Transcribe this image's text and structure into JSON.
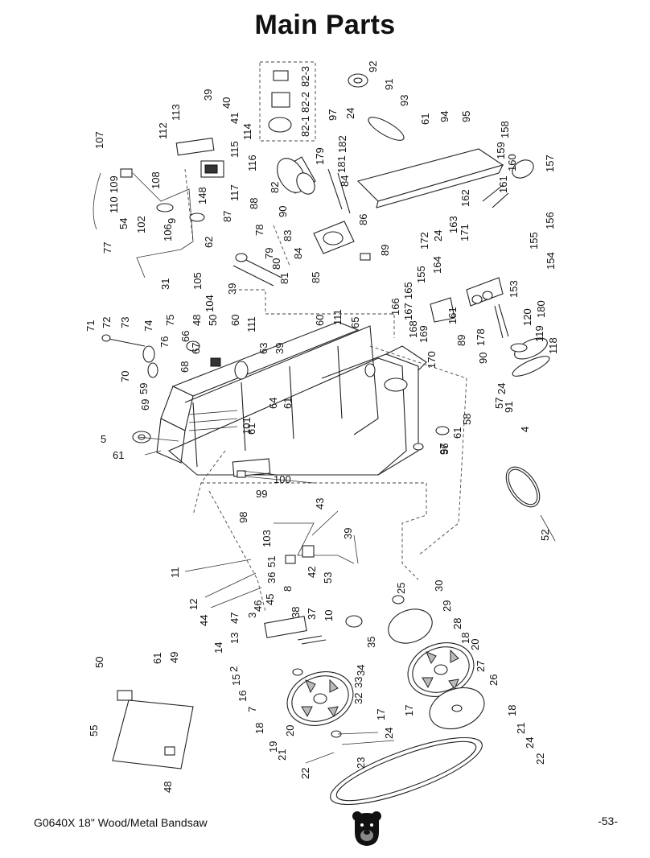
{
  "title": "Main Parts",
  "footer": {
    "model": "G0640X 18\" Wood/Metal Bandsaw",
    "page": "-53-"
  },
  "logo": {
    "icon": "bear-head-icon"
  },
  "labels": [
    "107",
    "112",
    "113",
    "39",
    "40",
    "41",
    "114",
    "115",
    "116",
    "117",
    "88",
    "108",
    "109",
    "110",
    "54",
    "102",
    "9",
    "106",
    "148",
    "87",
    "62",
    "77",
    "31",
    "105",
    "104",
    "39",
    "78",
    "79",
    "80",
    "81",
    "82",
    "82-1",
    "82-2",
    "82-3",
    "179",
    "84",
    "90",
    "83",
    "84",
    "85",
    "86",
    "89",
    "92",
    "91",
    "93",
    "97",
    "24",
    "182",
    "181",
    "61",
    "94",
    "95",
    "158",
    "159",
    "160",
    "157",
    "161",
    "162",
    "24",
    "163",
    "171",
    "172",
    "156",
    "155",
    "155",
    "154",
    "164",
    "165",
    "166",
    "167",
    "168",
    "169",
    "170",
    "161",
    "153",
    "180",
    "120",
    "89",
    "178",
    "90",
    "119",
    "118",
    "71",
    "72",
    "73",
    "74",
    "75",
    "76",
    "70",
    "59",
    "69",
    "66",
    "67",
    "68",
    "48",
    "50",
    "60",
    "111",
    "63",
    "39",
    "61",
    "60",
    "111",
    "65",
    "64",
    "61",
    "56",
    "57",
    "58",
    "61",
    "97",
    "24",
    "91",
    "4",
    "5",
    "61",
    "101",
    "100",
    "99",
    "98",
    "52",
    "43",
    "103",
    "39",
    "51",
    "36",
    "42",
    "53",
    "8",
    "11",
    "12",
    "44",
    "45",
    "46",
    "3",
    "38",
    "37",
    "10",
    "47",
    "13",
    "14",
    "2",
    "35",
    "34",
    "33",
    "32",
    "15",
    "16",
    "7",
    "25",
    "30",
    "29",
    "28",
    "18",
    "20",
    "27",
    "26",
    "17",
    "18",
    "50",
    "61",
    "49",
    "55",
    "48",
    "18",
    "19",
    "20",
    "17",
    "21",
    "22",
    "24",
    "21",
    "24",
    "22",
    "23"
  ]
}
